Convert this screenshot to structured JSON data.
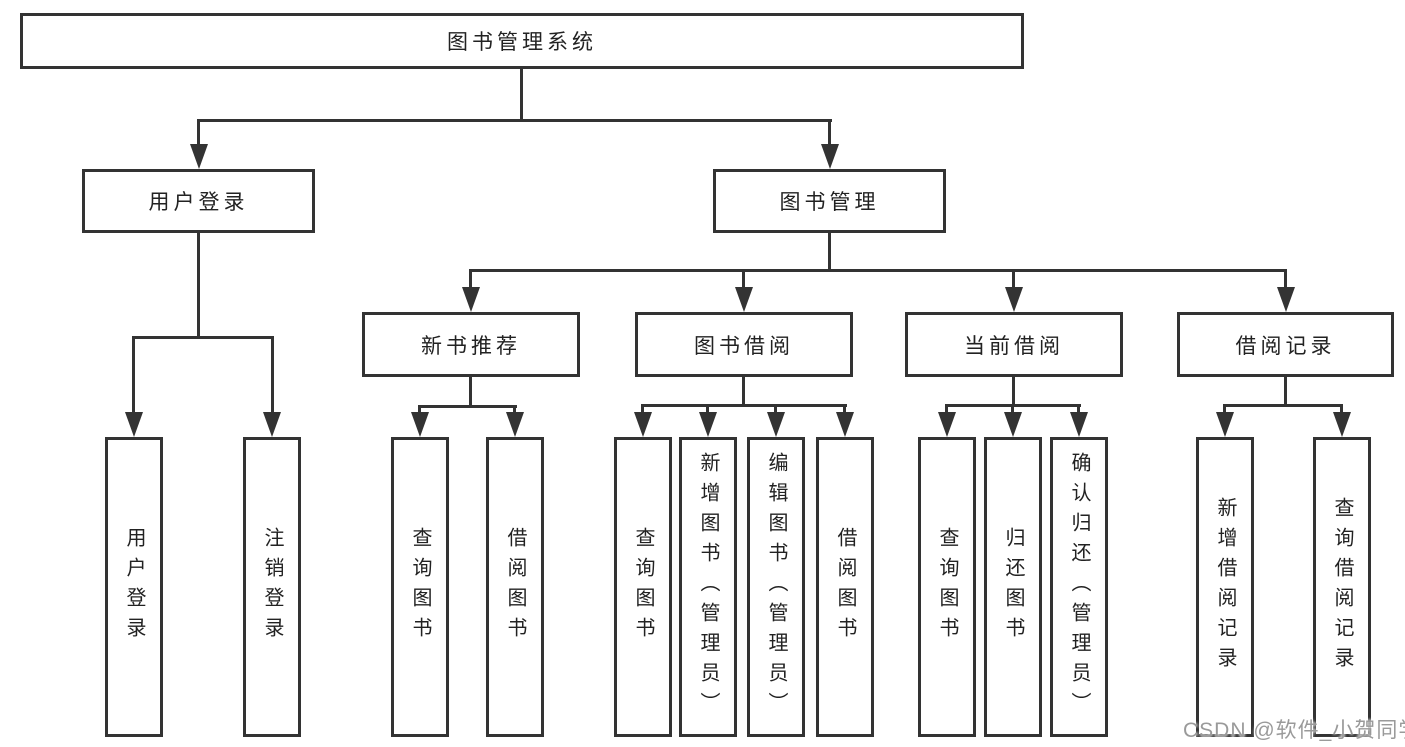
{
  "diagram": {
    "root": {
      "label": "图书管理系统"
    },
    "level2": [
      {
        "label": "用户登录",
        "children": [
          {
            "label": "用户登录"
          },
          {
            "label": "注销登录"
          }
        ]
      },
      {
        "label": "图书管理",
        "children": [
          {
            "label": "新书推荐",
            "children": [
              {
                "label": "查询图书"
              },
              {
                "label": "借阅图书"
              }
            ]
          },
          {
            "label": "图书借阅",
            "children": [
              {
                "label": "查询图书"
              },
              {
                "label": "新增图书（管理员）"
              },
              {
                "label": "编辑图书（管理员）"
              },
              {
                "label": "借阅图书"
              }
            ]
          },
          {
            "label": "当前借阅",
            "children": [
              {
                "label": "查询图书"
              },
              {
                "label": "归还图书"
              },
              {
                "label": "确认归还（管理员）"
              }
            ]
          },
          {
            "label": "借阅记录",
            "children": [
              {
                "label": "新增借阅记录"
              },
              {
                "label": "查询借阅记录"
              }
            ]
          }
        ]
      }
    ],
    "watermark": "CSDN @软件_小贺同学",
    "colors": {
      "line": "#333333",
      "box_fill": "#ffffff",
      "text": "#222222",
      "watermark": "#9a9a9a"
    }
  }
}
